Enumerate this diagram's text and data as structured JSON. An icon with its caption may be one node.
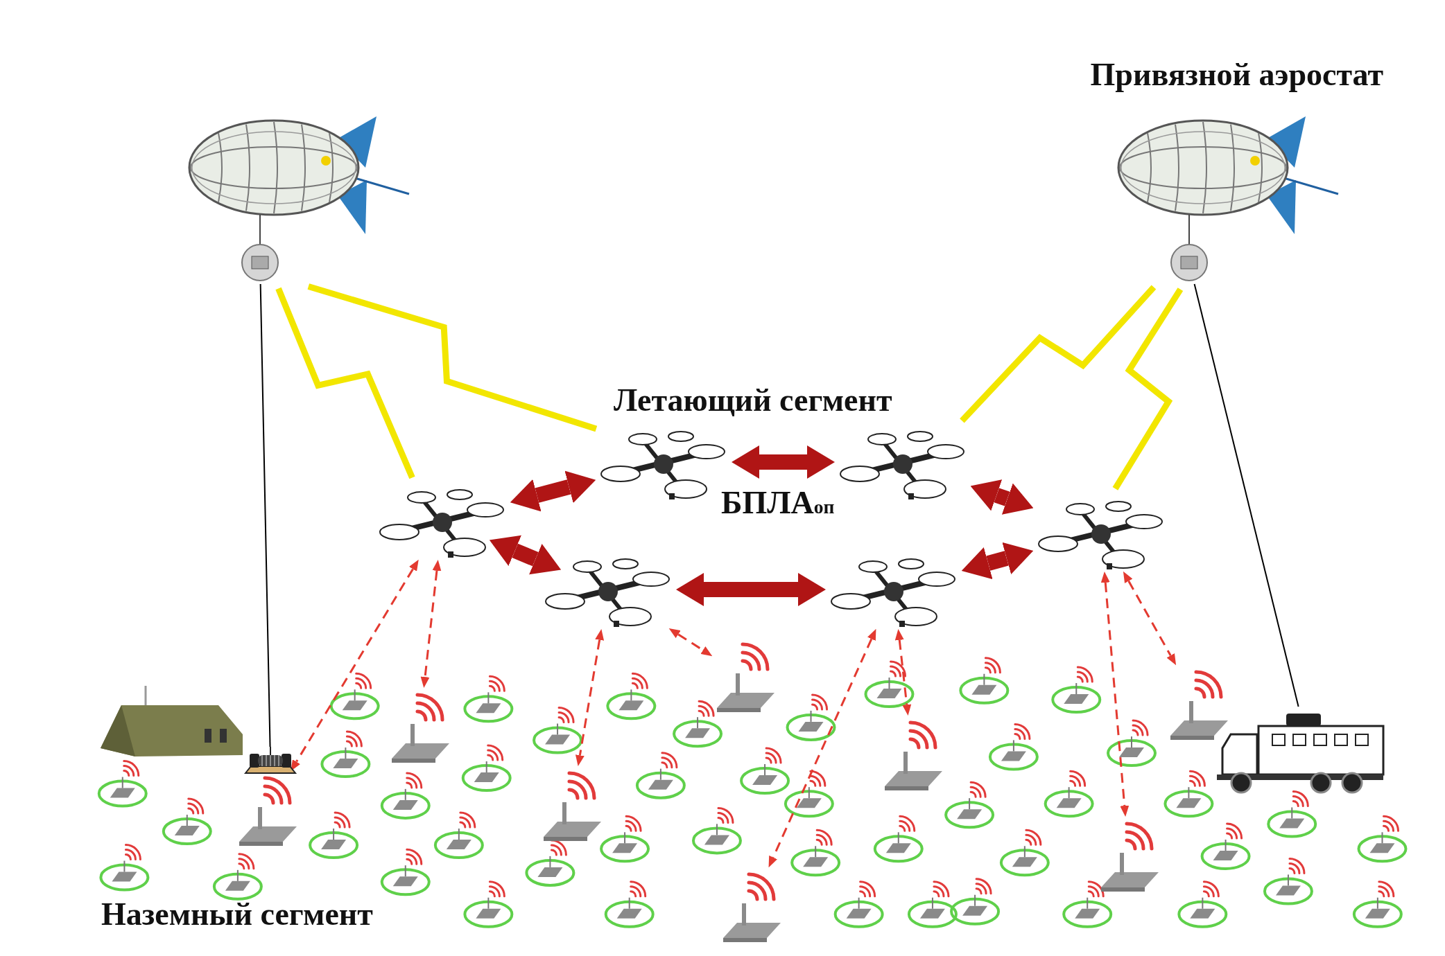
{
  "diagram": {
    "nodes": [
      {
        "text": [],
        "shape": "picture"
      },
      {
        "text": [],
        "shape": "picture",
        "beside": [
          "Привязной аэростат"
        ]
      },
      {
        "text": [],
        "shape": "picture"
      },
      {
        "text": [],
        "shape": "picture"
      },
      {
        "text": [],
        "shape": "picture"
      },
      {
        "text": [],
        "shape": "picture"
      },
      {
        "text": [],
        "shape": "picture"
      },
      {
        "text": [],
        "shape": "picture"
      },
      {
        "text": [],
        "shape": "picture"
      },
      {
        "text": [],
        "shape": "picture"
      },
      {
        "text": [],
        "shape": "picture"
      },
      {
        "text": [],
        "shape": "picture"
      },
      {
        "text": [],
        "shape": "picture"
      },
      {
        "text": [],
        "shape": "picture"
      },
      {
        "text": [],
        "shape": "picture"
      },
      {
        "text": [],
        "shape": "picture"
      },
      {
        "text": [],
        "shape": "picture"
      },
      {
        "text": [],
        "shape": "picture"
      },
      {
        "text": [],
        "shape": "picture"
      }
    ],
    "edges": [
      {
        "from": 0,
        "to": 3,
        "arrow": "none",
        "color": "#000000"
      },
      {
        "from": 1,
        "to": 4,
        "arrow": "none",
        "color": "#000000"
      },
      {
        "from": 0,
        "to": 5,
        "arrow": "none",
        "style": "thick",
        "color": "#f2e600"
      },
      {
        "from": 0,
        "to": 6,
        "arrow": "none",
        "style": "thick",
        "color": "#f2e600"
      },
      {
        "from": 1,
        "to": 7,
        "arrow": "none",
        "style": "thick",
        "color": "#f2e600"
      },
      {
        "from": 1,
        "to": 8,
        "arrow": "none",
        "style": "thick",
        "color": "#f2e600"
      },
      {
        "from": 5,
        "to": 6,
        "arrow": "both",
        "style": "thick",
        "color": "#b01515"
      },
      {
        "from": 6,
        "to": 7,
        "arrow": "both",
        "style": "thick",
        "color": "#b01515"
      },
      {
        "from": 7,
        "to": 8,
        "arrow": "both",
        "style": "thick",
        "color": "#b01515"
      },
      {
        "from": 5,
        "to": 9,
        "arrow": "both",
        "style": "thick",
        "color": "#b01515"
      },
      {
        "from": 9,
        "to": 10,
        "arrow": "both",
        "style": "thick",
        "color": "#b01515"
      },
      {
        "from": 10,
        "to": 8,
        "arrow": "both",
        "style": "thick",
        "color": "#b01515"
      },
      {
        "from": 5,
        "to": 11,
        "arrow": "both",
        "style": "dashed"
      },
      {
        "from": 5,
        "to": 12,
        "arrow": "both",
        "style": "dashed"
      },
      {
        "from": 9,
        "to": 13,
        "arrow": "both",
        "style": "dashed"
      },
      {
        "from": 9,
        "to": 14,
        "arrow": "both",
        "style": "dashed"
      },
      {
        "from": 10,
        "to": 15,
        "arrow": "both",
        "style": "dashed"
      },
      {
        "from": 10,
        "to": 16,
        "arrow": "both",
        "style": "dashed"
      },
      {
        "from": 8,
        "to": 17,
        "arrow": "both",
        "style": "dashed"
      },
      {
        "from": 8,
        "to": 18,
        "arrow": "both",
        "style": "dashed"
      }
    ],
    "labels": [
      "Летающий сегмент",
      "БПЛА$_{оп}$",
      "Наземный сегмент"
    ]
  }
}
